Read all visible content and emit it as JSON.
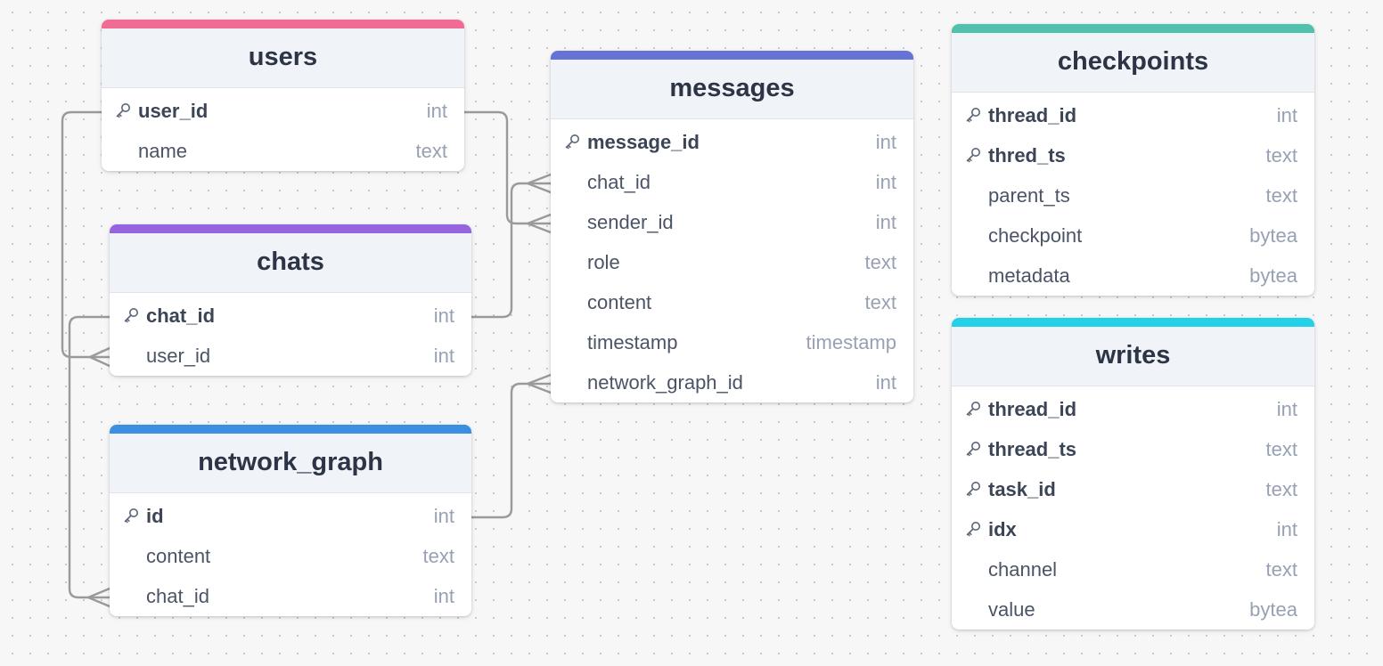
{
  "tables": {
    "users": {
      "name": "users",
      "color": "#f06c94",
      "fields": [
        {
          "name": "user_id",
          "type": "int",
          "pk": true
        },
        {
          "name": "name",
          "type": "text",
          "pk": false
        }
      ]
    },
    "chats": {
      "name": "chats",
      "color": "#9565e0",
      "fields": [
        {
          "name": "chat_id",
          "type": "int",
          "pk": true
        },
        {
          "name": "user_id",
          "type": "int",
          "pk": false
        }
      ]
    },
    "network_graph": {
      "name": "network_graph",
      "color": "#3b8fe0",
      "fields": [
        {
          "name": "id",
          "type": "int",
          "pk": true
        },
        {
          "name": "content",
          "type": "text",
          "pk": false
        },
        {
          "name": "chat_id",
          "type": "int",
          "pk": false
        }
      ]
    },
    "messages": {
      "name": "messages",
      "color": "#6672d6",
      "fields": [
        {
          "name": "message_id",
          "type": "int",
          "pk": true
        },
        {
          "name": "chat_id",
          "type": "int",
          "pk": false
        },
        {
          "name": "sender_id",
          "type": "int",
          "pk": false
        },
        {
          "name": "role",
          "type": "text",
          "pk": false
        },
        {
          "name": "content",
          "type": "text",
          "pk": false
        },
        {
          "name": "timestamp",
          "type": "timestamp",
          "pk": false
        },
        {
          "name": "network_graph_id",
          "type": "int",
          "pk": false
        }
      ]
    },
    "checkpoints": {
      "name": "checkpoints",
      "color": "#4fc1ad",
      "fields": [
        {
          "name": "thread_id",
          "type": "int",
          "pk": true
        },
        {
          "name": "thred_ts",
          "type": "text",
          "pk": true
        },
        {
          "name": "parent_ts",
          "type": "text",
          "pk": false
        },
        {
          "name": "checkpoint",
          "type": "bytea",
          "pk": false
        },
        {
          "name": "metadata",
          "type": "bytea",
          "pk": false
        }
      ]
    },
    "writes": {
      "name": "writes",
      "color": "#22d0e8",
      "fields": [
        {
          "name": "thread_id",
          "type": "int",
          "pk": true
        },
        {
          "name": "thread_ts",
          "type": "text",
          "pk": true
        },
        {
          "name": "task_id",
          "type": "text",
          "pk": true
        },
        {
          "name": "idx",
          "type": "int",
          "pk": true
        },
        {
          "name": "channel",
          "type": "text",
          "pk": false
        },
        {
          "name": "value",
          "type": "bytea",
          "pk": false
        }
      ]
    }
  },
  "relationships": [
    {
      "from": "users.user_id",
      "to": "chats.user_id",
      "cardinality": "one-to-many"
    },
    {
      "from": "users.user_id",
      "to": "messages.sender_id",
      "cardinality": "one-to-many"
    },
    {
      "from": "chats.chat_id",
      "to": "messages.chat_id",
      "cardinality": "one-to-many"
    },
    {
      "from": "chats.chat_id",
      "to": "network_graph.chat_id",
      "cardinality": "one-to-many"
    },
    {
      "from": "network_graph.id",
      "to": "messages.network_graph_id",
      "cardinality": "one-to-many"
    }
  ],
  "colors": {
    "connector": "#9a9a9a",
    "header_bg": "#f0f3f8",
    "pk_text": "#3c4556",
    "type_text": "#98a1b3"
  },
  "icons": {
    "primary_key": "key-icon"
  }
}
